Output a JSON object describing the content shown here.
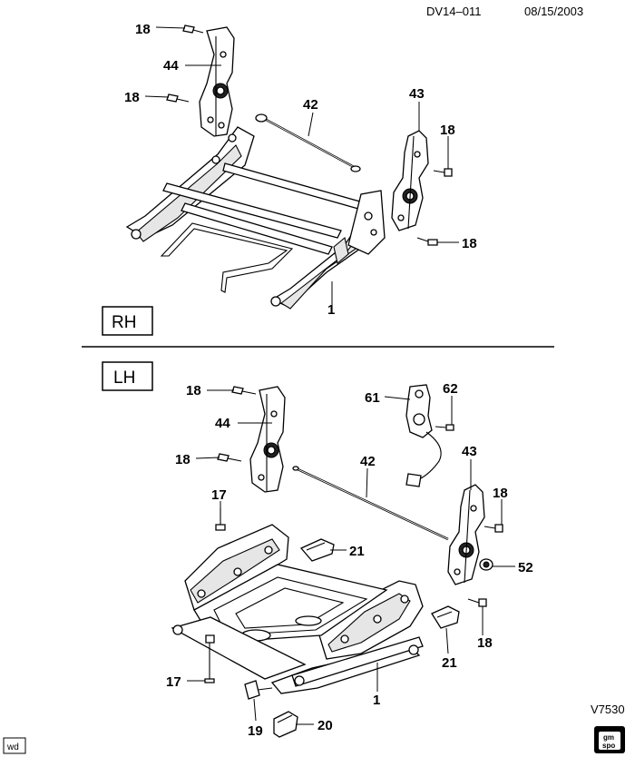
{
  "header": {
    "doc_id": "DV14–011",
    "date": "08/15/2003"
  },
  "footer": {
    "code": "V7530",
    "wd": "wd",
    "logo_line1": "gm",
    "logo_line2": "spo"
  },
  "sections": {
    "rh": {
      "title": "RH"
    },
    "lh": {
      "title": "LH"
    }
  },
  "callouts": {
    "rh_18_a": "18",
    "rh_44": "44",
    "rh_18_b": "18",
    "rh_42": "42",
    "rh_43": "43",
    "rh_18_c": "18",
    "rh_18_d": "18",
    "rh_1": "1",
    "lh_18_a": "18",
    "lh_44": "44",
    "lh_18_b": "18",
    "lh_61": "61",
    "lh_62": "62",
    "lh_42": "42",
    "lh_43": "43",
    "lh_18_c": "18",
    "lh_17_a": "17",
    "lh_21_a": "21",
    "lh_52": "52",
    "lh_18_d": "18",
    "lh_21_b": "21",
    "lh_17_b": "17",
    "lh_1": "1",
    "lh_19": "19",
    "lh_20": "20"
  }
}
